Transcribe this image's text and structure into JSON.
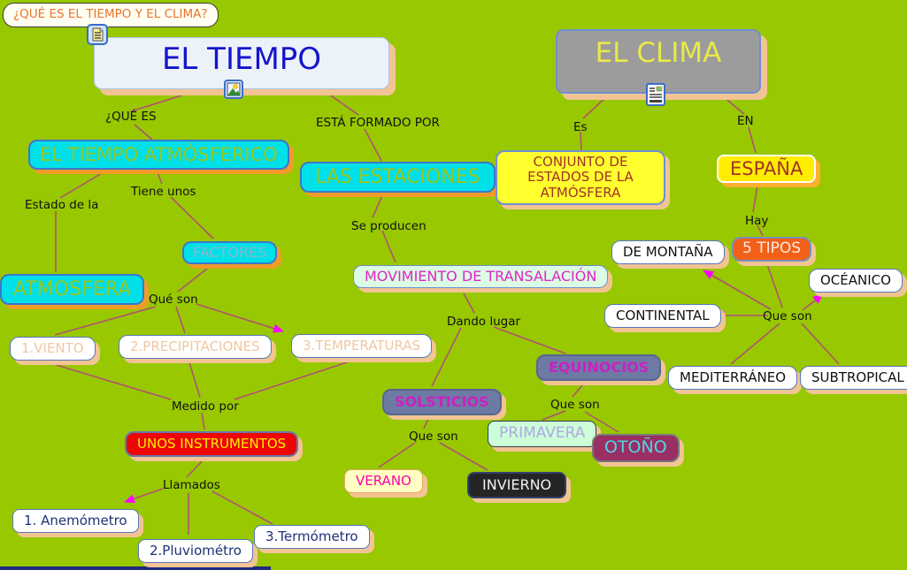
{
  "note": {
    "label": "¿QUÉ ES EL TIEMPO Y EL CLIMA?"
  },
  "nodes": {
    "el_tiempo": "EL TIEMPO",
    "el_clima": "EL CLIMA",
    "tiempo_atmosferico": "EL TIEMPO ATMÓSFERICO",
    "las_estaciones": "LAS ESTACIONES",
    "conjunto_estados": "CONJUNTO DE ESTADOS DE LA ATMÓSFERA",
    "espana": "ESPAÑA",
    "atmosfera": "ATMOSFERA",
    "factores": "FACTORES",
    "cinco_tipos": "5 TIPOS",
    "de_montana": "DE MONTAÑA",
    "oceanico": "OCÉANICO",
    "continental": "CONTINENTAL",
    "mediterraneo": "MEDITERRÁNEO",
    "subtropical": "SUBTROPICAL",
    "movimiento": "MOVIMIENTO DE TRANSALACIÓN",
    "viento": "1.VIENTO",
    "precipitaciones": "2.PRECIPITACIONES",
    "temperaturas": "3.TEMPERATURAS",
    "solsticios": "SOLSTICIOS",
    "equinocios": "EQUINOCIOS",
    "primavera": "PRIMAVERA",
    "otono": "OTOÑO",
    "verano": "VERANO",
    "invierno": "INVIERNO",
    "instrumentos": "UNOS INSTRUMENTOS",
    "anemometro": "1. Anemómetro",
    "pluviometro": "2.Pluviométro",
    "termometro": "3.Termómetro"
  },
  "link_labels": {
    "que_es": "¿QUÉ ES",
    "esta_formado_por": "ESTÁ FORMADO POR",
    "es": "Es",
    "en": "EN",
    "tiene_unos": "Tiene unos",
    "estado_de_la": "Estado de la",
    "se_producen": "Se producen",
    "hay": "Hay",
    "que_son_factores": "Qué son",
    "dando_lugar": "Dando lugar",
    "que_son_tipos": "Que son",
    "medido_por": "Medido por",
    "que_son_solsticios": "Que son",
    "que_son_equinocios": "Que son",
    "llamados": "Llamados"
  },
  "icons": {
    "note_icon": "document-icon",
    "tiempo_icon": "image-icon",
    "clima_icon": "document-image-icon"
  },
  "colors": {
    "background": "#98c800",
    "line": "#b05273",
    "arrow": "#ff00ff",
    "shadow_tan": "#f2c493",
    "shadow_orange": "#f09c28",
    "cyan_node": "#00e0e8",
    "yellow_node": "#ffff2e",
    "red_node": "#ee0505",
    "orange_node": "#f26018",
    "slate_node": "#6d7aa4",
    "plum_node": "#9a2f63"
  }
}
